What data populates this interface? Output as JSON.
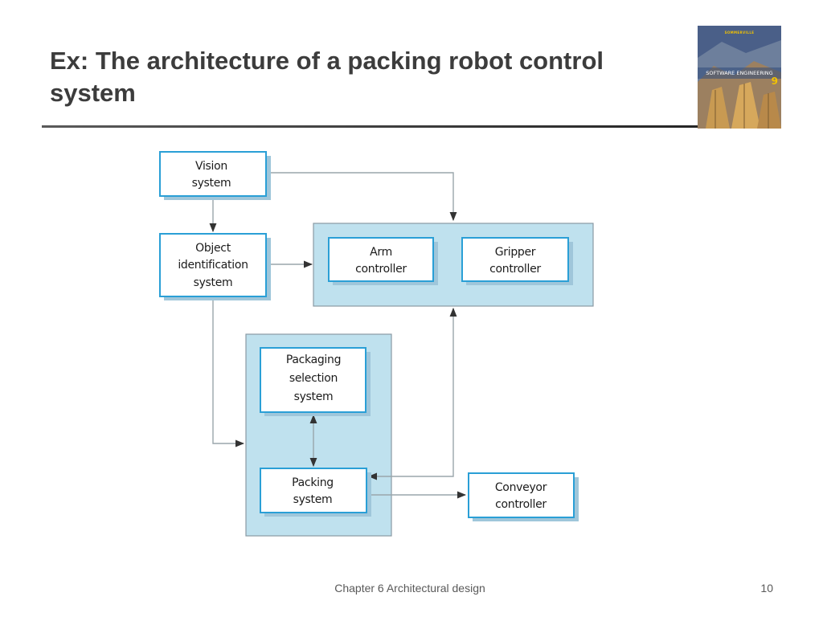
{
  "slide": {
    "title": "Ex: The architecture of a packing robot control system",
    "footer": "Chapter 6 Architectural design",
    "page_number": "10"
  },
  "book_cover": {
    "author": "SOMMERVILLE",
    "subject": "SOFTWARE ENGINEERING",
    "edition": "9"
  },
  "colors": {
    "box_border": "#2a9fd6",
    "box_shadow": "#9fc6da",
    "group_fill": "#bfe1ee",
    "group_border": "#8a9aa3",
    "arrow": "#333333",
    "connector": "#9aa5ab",
    "title": "#3c3c3c"
  },
  "diagram": {
    "nodes": {
      "vision": [
        "Vision",
        "system"
      ],
      "object_id": [
        "Object",
        "identification",
        "system"
      ],
      "arm": [
        "Arm",
        "controller"
      ],
      "gripper": [
        "Gripper",
        "controller"
      ],
      "packaging_selection": [
        "Packaging",
        "selection",
        "system"
      ],
      "packing": [
        "Packing",
        "system"
      ],
      "conveyor": [
        "Conveyor",
        "controller"
      ]
    }
  }
}
